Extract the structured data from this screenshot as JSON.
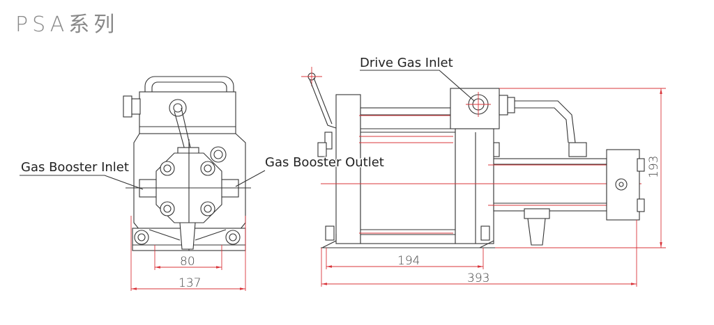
{
  "title": "PSA系列",
  "labels": {
    "inlet": "Gas Booster Inlet",
    "outlet": "Gas Booster Outlet",
    "drive": "Drive Gas Inlet"
  },
  "dimensions": {
    "front_mount": "80",
    "front_width": "137",
    "side_mount": "194",
    "side_length": "393",
    "side_height": "193"
  },
  "colors": {
    "line": "#333333",
    "dimension": "#d9343a"
  }
}
